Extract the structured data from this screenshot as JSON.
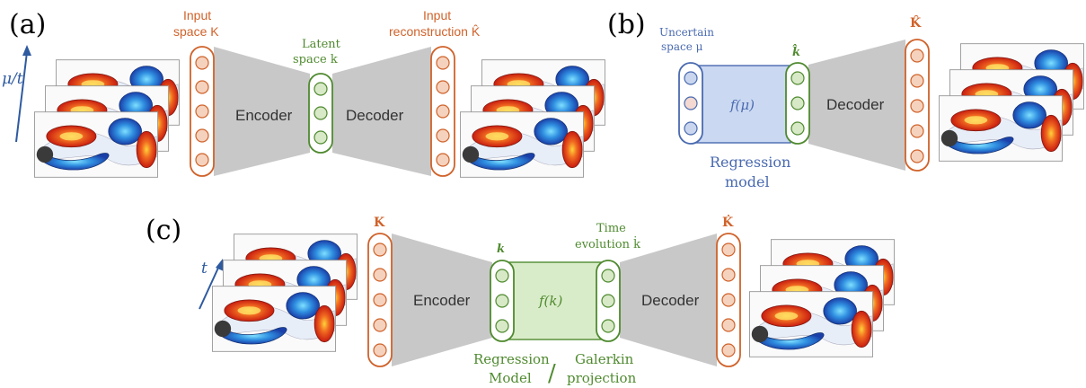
{
  "panels": {
    "a": {
      "label": "(a)",
      "input_title_line1": "Input",
      "input_title_line2": "space K",
      "latent_title_line1": "Latent",
      "latent_title_line2": "space k",
      "recon_title_line1": "Input",
      "recon_title_line2": "reconstruction K̂",
      "axis_label": "μ/t",
      "encoder": "Encoder",
      "decoder": "Decoder"
    },
    "b": {
      "label": "(b)",
      "uncertain_line1": "Uncertain",
      "uncertain_line2": "space μ",
      "khat": "k̂",
      "Khat": "K̂",
      "f_label": "f(μ)",
      "decoder": "Decoder",
      "regression_line1": "Regression",
      "regression_line2": "model"
    },
    "c": {
      "label": "(c)",
      "K_label": "K",
      "k_label": "k",
      "time_line1": "Time",
      "time_line2": "evolution k̇",
      "Kdot": "K̇",
      "axis_label": "t",
      "encoder": "Encoder",
      "decoder": "Decoder",
      "f_label": "f(k)",
      "regression_line1": "Regression",
      "regression_line2": "Model",
      "slash": "/",
      "galerkin_line1": "Galerkin",
      "galerkin_line2": "projection"
    }
  },
  "colors": {
    "orange": "#d0622a",
    "orange_fill": "#f5d2bd",
    "green": "#4f8a2f",
    "green_fill": "#d7e9c7",
    "green_block": "#d9ecc9",
    "blue": "#4a6ab0",
    "blue_fill": "#c9d6ee",
    "blue_block": "#cad8f1",
    "gray": "#c8c8c8",
    "axis_blue": "#2e5aa0"
  },
  "icons": [
    "flow-snapshot-image",
    "neuron-node"
  ]
}
